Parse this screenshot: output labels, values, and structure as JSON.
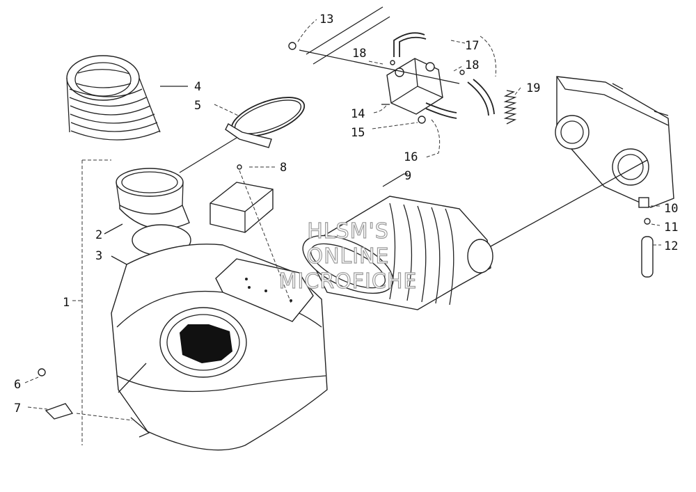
{
  "labels": {
    "p1": "1",
    "p2": "2",
    "p3": "3",
    "p4": "4",
    "p5": "5",
    "p6": "6",
    "p7": "7",
    "p8": "8",
    "p9": "9",
    "p10": "10",
    "p11": "11",
    "p12": "12",
    "p13": "13",
    "p14": "14",
    "p15": "15",
    "p16": "16",
    "p17": "17",
    "p18a": "18",
    "p18b": "18",
    "p19": "19"
  },
  "watermark": {
    "line1": "HLSM'S",
    "line2": "ONLINE",
    "line3": "MICROFICHE"
  }
}
